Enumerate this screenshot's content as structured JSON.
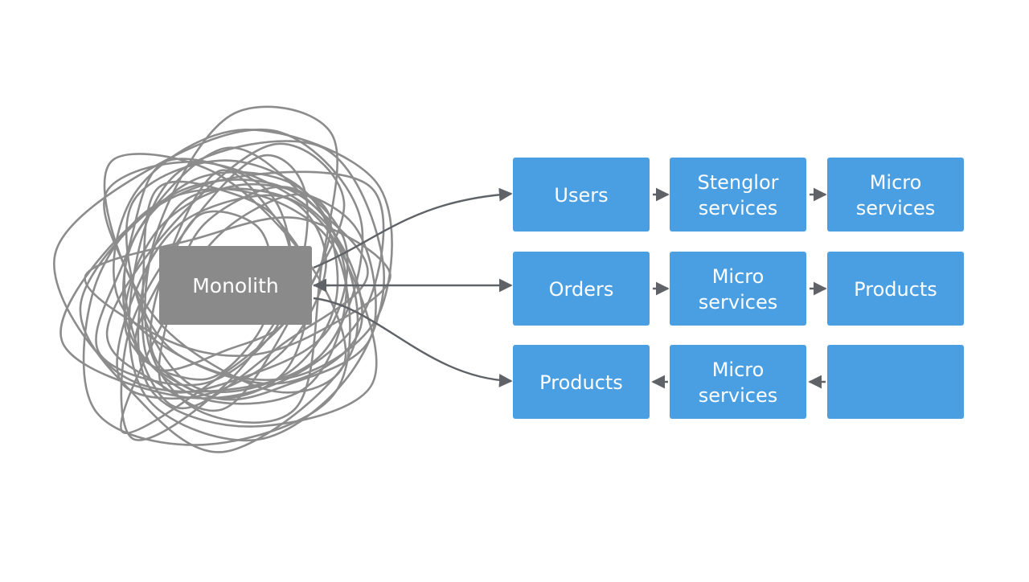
{
  "monolith": {
    "label": "Monolith",
    "color": "#8a8a8a"
  },
  "colors": {
    "service_box": "#4a9fe3",
    "tangle": "#8c8c8c",
    "arrow": "#5f6368"
  },
  "rows": [
    {
      "boxes": [
        {
          "lines": [
            "Users"
          ]
        },
        {
          "lines": [
            "Stenglor",
            "services"
          ]
        },
        {
          "lines": [
            "Micro",
            "services"
          ]
        }
      ],
      "arrow_directions": [
        "right",
        "right"
      ]
    },
    {
      "boxes": [
        {
          "lines": [
            "Orders"
          ]
        },
        {
          "lines": [
            "Micro",
            "services"
          ]
        },
        {
          "lines": [
            "Products"
          ]
        }
      ],
      "arrow_directions": [
        "right",
        "right"
      ]
    },
    {
      "boxes": [
        {
          "lines": [
            "Products"
          ]
        },
        {
          "lines": [
            "Micro",
            "services"
          ]
        },
        {
          "lines": []
        }
      ],
      "arrow_directions": [
        "left",
        "left"
      ]
    }
  ]
}
